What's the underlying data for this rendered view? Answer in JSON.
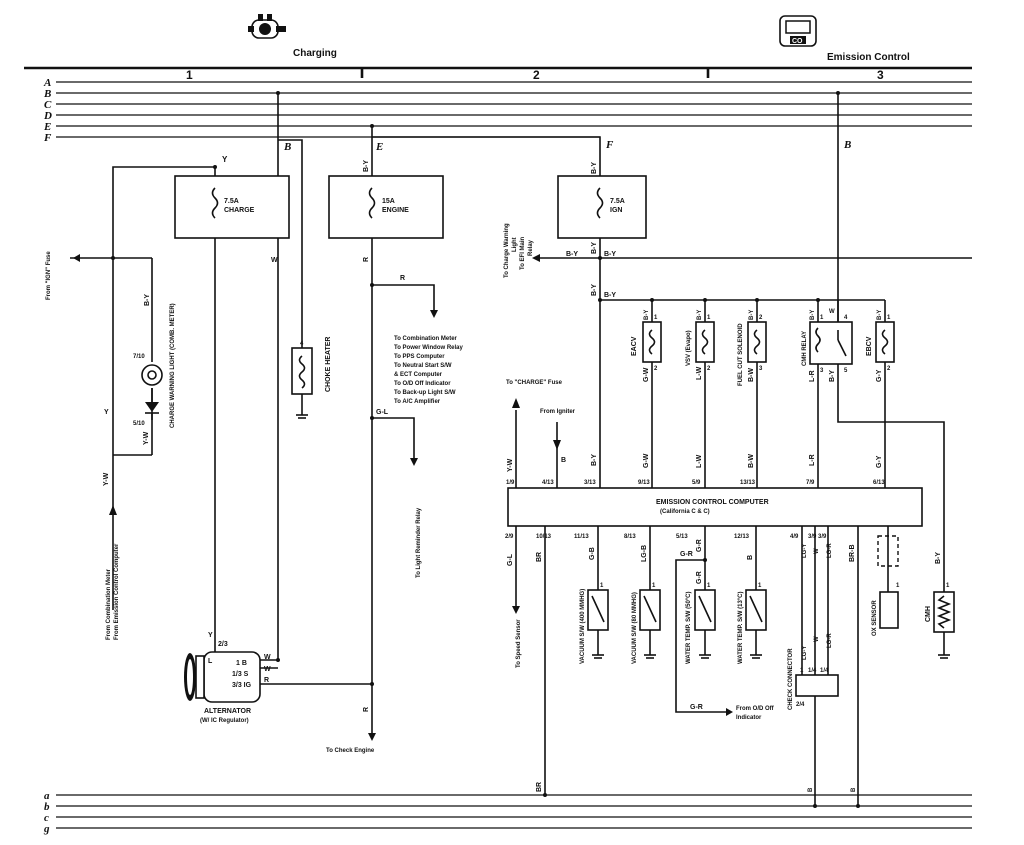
{
  "header": {
    "charging_label": "Charging",
    "emission_label": "Emission Control",
    "emission_icon_text": "CO",
    "section_1": "1",
    "section_2": "2",
    "section_3": "3"
  },
  "buses_top": [
    "A",
    "B",
    "C",
    "D",
    "E",
    "F"
  ],
  "buses_bottom": [
    "a",
    "b",
    "c",
    "g"
  ],
  "tap_labels": {
    "B1": "B",
    "E": "E",
    "F": "F",
    "B3": "B"
  },
  "fuses": {
    "charge": {
      "line1": "7.5A",
      "line2": "CHARGE"
    },
    "engine": {
      "line1": "15A",
      "line2": "ENGINE"
    },
    "ign": {
      "line1": "7.5A",
      "line2": "IGN"
    }
  },
  "wires": {
    "y": "Y",
    "w": "W",
    "by": "B-Y",
    "r": "R",
    "gl": "G-L",
    "yw": "Y-W",
    "gw": "G-W",
    "lw": "L-W",
    "bw": "B-W",
    "lr": "L-R",
    "gy": "G-Y",
    "gb": "G-B",
    "lgb": "LG-B",
    "gr": "G-R",
    "lgy": "LG-Y",
    "lgr": "LG-R",
    "brb": "BR-B",
    "br": "BR",
    "b": "B",
    "w2": "W"
  },
  "labels": {
    "from_ign_fuse": "From \"IGN\" Fuse",
    "charge_warning_light": "CHARGE WARNING LIGHT (COMB. METER)",
    "choke_heater": "CHOKE HEATER",
    "from_comb_meter_1": "From Combination Meter",
    "from_comb_meter_2": "From Emission Control Computer",
    "alternator_1": "ALTERNATOR",
    "alternator_2": "(W/ IC Regulator)",
    "to_check_engine": "To Check Engine",
    "to_light_reminder": "To Light Reminder Relay",
    "to_charge_warning_1": "To Charge Warning",
    "to_charge_warning_2": "Light",
    "to_charge_warning_3": "To EFI Main",
    "to_charge_warning_4": "Relay",
    "to_charge_fuse": "To \"CHARGE\" Fuse",
    "from_igniter": "From Igniter",
    "to_speed_sensor": "To Speed Sensor",
    "from_od_off_1": "From O/D Off",
    "from_od_off_2": "Indicator",
    "ecu_1": "EMISSION CONTROL COMPUTER",
    "ecu_2": "(California C & C)",
    "eacv": "EACV",
    "vsv": "VSV (Evapo)",
    "fuel_cut": "FUEL CUT SOLENOID",
    "cmh_relay": "CMH RELAY",
    "ebcv": "EBCV",
    "vac_400": "VACUUM S/W (400 MMHG)",
    "vac_80": "VACUUM S/W (80 MMHG)",
    "water_50": "WATER TEMP. S/W (50°C)",
    "water_13": "WATER TEMP. S/W (13°C)",
    "check_connector": "CHECK CONNECTOR",
    "ox_sensor": "OX SENSOR",
    "cmh": "CMH"
  },
  "engine_fuse_destinations": [
    "To Combination Meter",
    "To Power Window Relay",
    "To PPS Computer",
    "To Neutral Start S/W",
    "& ECT Computer",
    "To O/D Off Indicator",
    "To Back-up Light S/W",
    "To A/C Amplifier"
  ],
  "pins": {
    "choke_4": "4",
    "light_7": "7/10",
    "light_5": "5/10",
    "alt_23": "2/3",
    "alt_L": "L",
    "alt_B": "1 B",
    "alt_S": "1/3 S",
    "alt_IG": "3/3 IG",
    "ecu_top": [
      "1/9",
      "4/13",
      "3/13",
      "9/13",
      "5/9",
      "13/13",
      "7/9",
      "6/13"
    ],
    "ecu_bottom": [
      "2/9",
      "10/13",
      "11/13",
      "8/13",
      "5/13",
      "12/13",
      "4/9",
      "3/9",
      "3/9"
    ],
    "eacv": [
      "1",
      "2"
    ],
    "vsv": [
      "1",
      "2"
    ],
    "fuel": [
      "2",
      "3"
    ],
    "cmh_relay": [
      "1",
      "4",
      "3",
      "5"
    ],
    "ebcv": [
      "1",
      "2"
    ],
    "sw": "1",
    "check": [
      "1",
      "1/4",
      "1/4",
      "2/4"
    ],
    "ox": "1",
    "cmh": "1"
  }
}
